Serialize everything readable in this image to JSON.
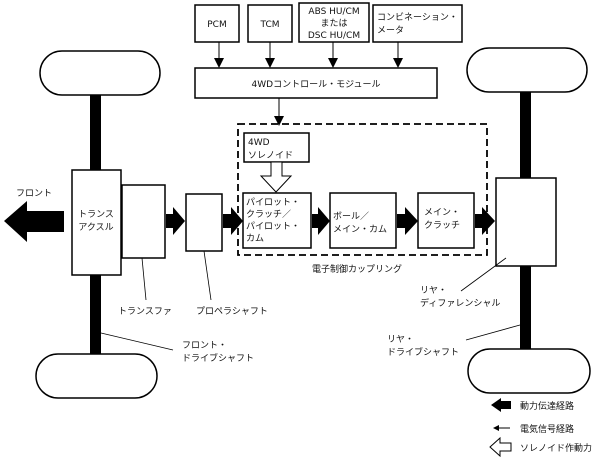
{
  "diagram": {
    "inputs": [
      {
        "id": "pcm",
        "lines": [
          "PCM"
        ]
      },
      {
        "id": "tcm",
        "lines": [
          "TCM"
        ]
      },
      {
        "id": "abs",
        "lines": [
          "ABS HU/CM",
          "または",
          "DSC HU/CM"
        ]
      },
      {
        "id": "meter",
        "lines": [
          "コンビネーション・",
          "メータ"
        ]
      }
    ],
    "control_module": "4WDコントロール・モジュール",
    "solenoid": [
      "4WD",
      "ソレノイド"
    ],
    "coupling_parts": [
      {
        "id": "pilot",
        "lines": [
          "パイロット・",
          "クラッチ／",
          "パイロット・",
          "カム"
        ]
      },
      {
        "id": "ball",
        "lines": [
          "ボール／",
          "メイン・カム"
        ]
      },
      {
        "id": "main",
        "lines": [
          "メイン・",
          "クラッチ"
        ]
      }
    ],
    "coupling_label": "電子制御カップリング",
    "transaxle": [
      "トランス",
      "アクスル"
    ],
    "front_label": "フロント",
    "transfer_label": "トランスファ",
    "propeller_label": "プロペラシャフト",
    "front_driveshaft_label": [
      "フロント・",
      "ドライブシャフト"
    ],
    "rear_diff_label": [
      "リヤ・",
      "ディファレンシャル"
    ],
    "rear_driveshaft_label": [
      "リヤ・",
      "ドライブシャフト"
    ],
    "legend": [
      {
        "icon": "fat-arrow",
        "label": "動力伝達経路"
      },
      {
        "icon": "thin-arrow",
        "label": "電気信号経路"
      },
      {
        "icon": "hollow-arrow",
        "label": "ソレノイド作動力"
      }
    ]
  }
}
